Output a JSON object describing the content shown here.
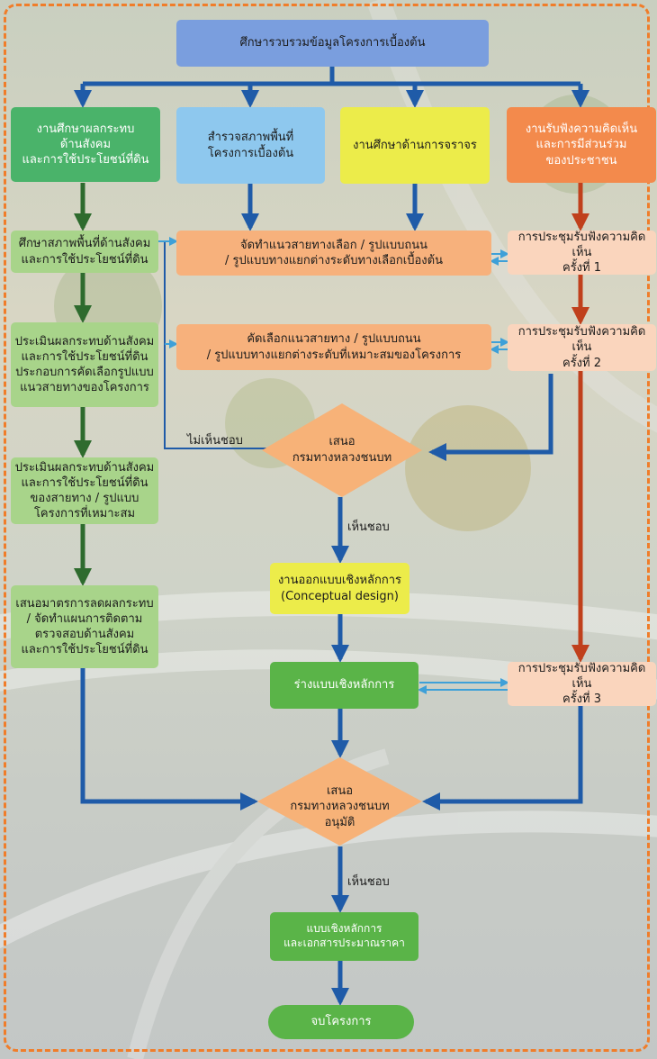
{
  "boxes": {
    "top": "ศึกษารวบรวมข้อมูลโครงการเบื้องต้น",
    "social_study": "งานศึกษาผลกระทบ\nด้านสังคม\nและการใช้ประโยชน์ที่ดิน",
    "survey": "สำรวจสภาพพื้นที่\nโครงการเบื้องต้น",
    "traffic": "งานศึกษาด้านการจราจร",
    "public": "งานรับฟังความคิดเห็น\nและการมีส่วนร่วม\nของประชาชน",
    "g1": "ศึกษาสภาพพื้นที่ด้านสังคม\nและการใช้ประโยชน์ที่ดิน",
    "g2": "ประเมินผลกระทบด้านสังคม\nและการใช้ประโยชน์ที่ดิน\nประกอบการคัดเลือกรูปแบบ\nแนวสายทางของโครงการ",
    "g3": "ประเมินผลกระทบด้านสังคม\nและการใช้ประโยชน์ที่ดิน\nของสายทาง / รูปแบบ\nโครงการที่เหมาะสม",
    "g4": "เสนอมาตรการลดผลกระทบ\n/ จัดทำแผนการติดตาม\nตรวจสอบด้านสังคม\nและการใช้ประโยชน์ที่ดิน",
    "alt": "จัดทำแนวสายทางเลือก / รูปแบบถนน\n/ รูปแบบทางแยกต่างระดับทางเลือกเบื้องต้น",
    "select": "คัดเลือกแนวสายทาง / รูปแบบถนน\n/ รูปแบบทางแยกต่างระดับที่เหมาะสมของโครงการ",
    "m1": "การประชุมรับฟังความคิดเห็น\nครั้งที่ 1",
    "m2": "การประชุมรับฟังความคิดเห็น\nครั้งที่ 2",
    "m3": "การประชุมรับฟังความคิดเห็น\nครั้งที่ 3",
    "d1": "เสนอ\nกรมทางหลวงชนบท",
    "concept": "งานออกแบบเชิงหลักการ\n(Conceptual design)",
    "draft": "ร่างแบบเชิงหลักการ",
    "d2": "เสนอ\nกรมทางหลวงชนบท\nอนุมัติ",
    "final": "แบบเชิงหลักการ\nและเอกสารประมาณราคา",
    "end": "จบโครงการ"
  },
  "labels": {
    "disagree": "ไม่เห็นชอบ",
    "agree1": "เห็นชอบ",
    "agree2": "เห็นชอบ"
  },
  "colors": {
    "flow_blue": "#1f5ba8",
    "flow_green": "#2e6b2e",
    "flow_red": "#c0401c",
    "feedback": "#3ea0d8",
    "frame": "#f07d2a"
  }
}
